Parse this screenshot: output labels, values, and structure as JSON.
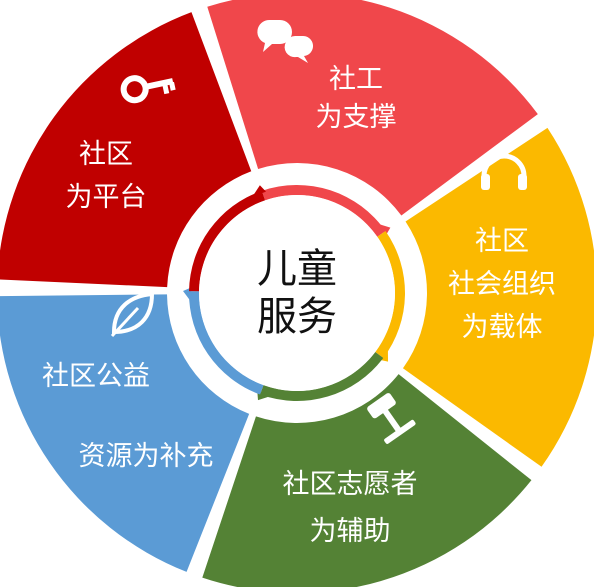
{
  "center": {
    "lines": [
      "儿童",
      "服务"
    ]
  },
  "segments": [
    {
      "id": "social-work",
      "lines": [
        "社工",
        "为支撑"
      ],
      "color": "#f0474b",
      "icon": "chat-bubbles-icon"
    },
    {
      "id": "community-organizations",
      "lines": [
        "社区",
        "社会组织",
        "为载体"
      ],
      "color": "#fbb900",
      "icon": "headphones-icon"
    },
    {
      "id": "community-volunteers",
      "lines": [
        "社区志愿者",
        "为辅助"
      ],
      "color": "#548235",
      "icon": "gavel-icon"
    },
    {
      "id": "community-welfare",
      "lines": [
        "社区公益",
        "资源为补充"
      ],
      "color": "#5b9bd5",
      "icon": "leaf-icon"
    },
    {
      "id": "community-platform",
      "lines": [
        "社区",
        "为平台"
      ],
      "color": "#c00000",
      "icon": "key-icon"
    }
  ]
}
